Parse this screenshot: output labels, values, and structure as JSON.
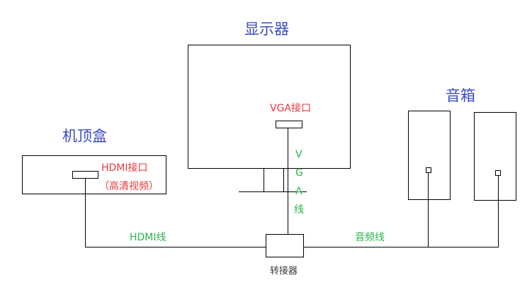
{
  "labels": {
    "monitor": "显示器",
    "settop": "机顶盒",
    "speakers": "音箱",
    "vga_port": "VGA接口",
    "hdmi_port": "HDMI接口",
    "hdmi_note": "（高清视频）",
    "vga_cable": [
      "V",
      "G",
      "A",
      "线"
    ],
    "hdmi_cable": "HDMI线",
    "audio_cable": "音频线",
    "adapter": "转接器"
  },
  "colors": {
    "title": "#3a4bc0",
    "port_label": "#e8383a",
    "cable_label": "#2bb44a",
    "line": "#000000"
  }
}
